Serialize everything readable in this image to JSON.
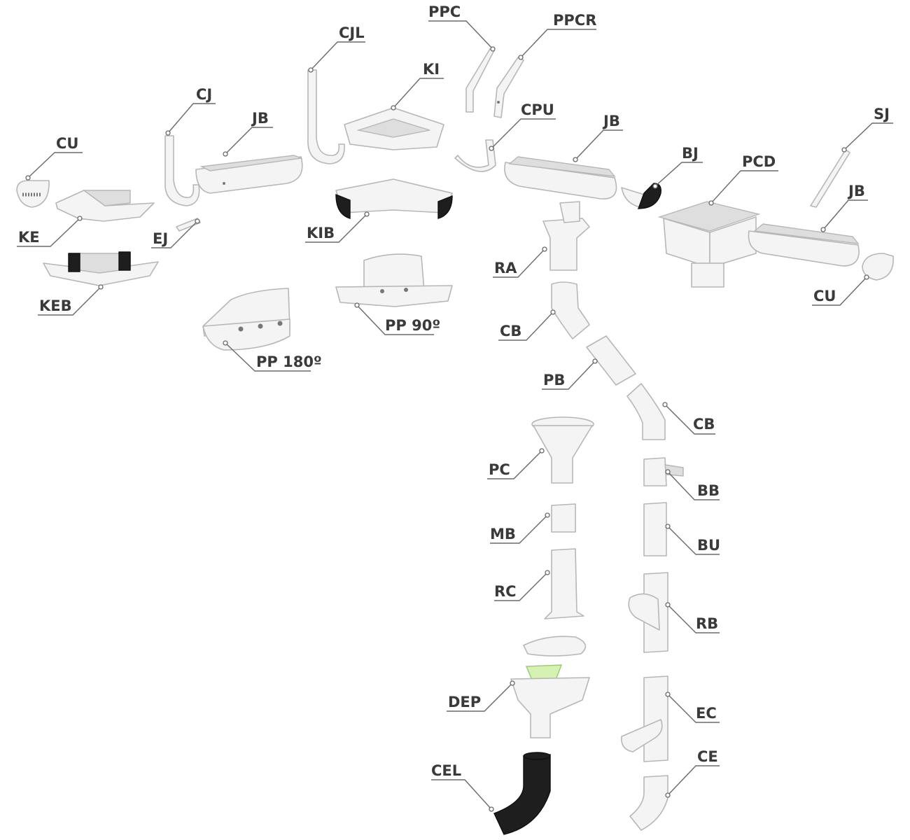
{
  "labels": {
    "cu_left": "CU",
    "ke": "KE",
    "keb": "KEB",
    "cj": "CJ",
    "ej": "EJ",
    "jb_1": "JB",
    "cjl": "CJL",
    "ppc": "PPC",
    "ppcr": "PPCR",
    "ki": "KI",
    "kib": "KIB",
    "pp180": "PP 180º",
    "pp90": "PP 90º",
    "cpu": "CPU",
    "jb_2": "JB",
    "bj": "BJ",
    "pcd": "PCD",
    "sj": "SJ",
    "jb_3": "JB",
    "cu_right": "CU",
    "ra": "RA",
    "cb_1": "CB",
    "pb": "PB",
    "cb_2": "CB",
    "pc": "PC",
    "bb": "BB",
    "mb": "MB",
    "bu": "BU",
    "rc": "RC",
    "rb": "RB",
    "dep": "DEP",
    "ec": "EC",
    "cel": "CEL",
    "ce": "CE"
  }
}
